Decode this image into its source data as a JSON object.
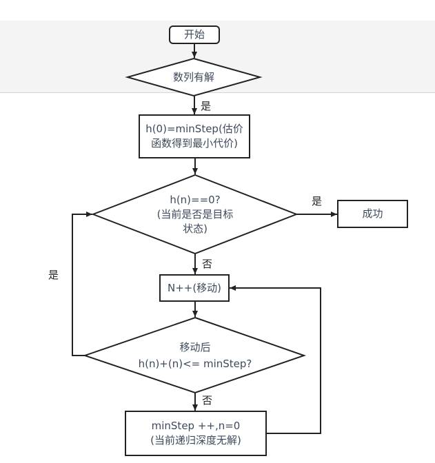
{
  "flowchart": {
    "nodes": {
      "start": "开始",
      "solvable": "数列有解",
      "init_line1": "h(0)=minStep(估价",
      "init_line2": "函数得到最小代价)",
      "goal_line1": "h(n)==0?",
      "goal_line2": "(当前是否是目标",
      "goal_line3": "状态)",
      "success": "成功",
      "move": "N++(移动)",
      "check_line1": "移动后",
      "check_line2": "h(n)+(n)<= minStep?",
      "deepen_line1": "minStep ++,n=0",
      "deepen_line2": "(当前递归深度无解)"
    },
    "edge_labels": {
      "solvable_yes": "是",
      "goal_yes": "是",
      "goal_no": "否",
      "loop_yes": "是",
      "check_no": "否"
    }
  }
}
